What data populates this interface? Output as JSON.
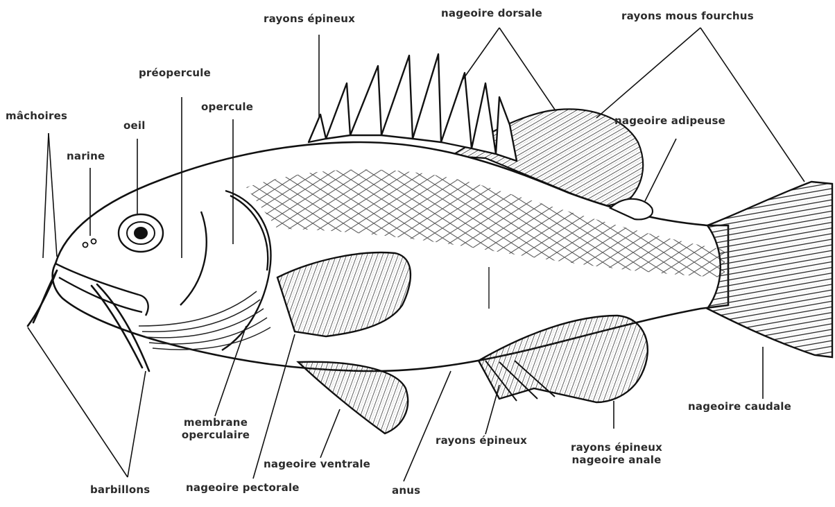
{
  "labels": {
    "rayons_epineux_top": "rayons épineux",
    "nageoire_dorsale": "nageoire dorsale",
    "rayons_mous_fourchus": "rayons mous fourchus",
    "preopercule": "préopercule",
    "opercule": "opercule",
    "machoires": "mâchoires",
    "oeil": "oeil",
    "narine": "narine",
    "nageoire_adipeuse": "nageoire adipeuse",
    "membrane_line1": "membrane",
    "membrane_line2": "operculaire",
    "nageoire_ventrale": "nageoire ventrale",
    "nageoire_pectorale": "nageoire pectorale",
    "barbillons": "barbillons",
    "anus": "anus",
    "rayons_epineux_bottom": "rayons épineux",
    "rayons_epineux_anale_line1": "rayons épineux",
    "rayons_epineux_anale_line2": "nageoire anale",
    "nageoire_caudale": "nageoire caudale"
  },
  "colors": {
    "ink": "#111111",
    "label": "#2b2b2b",
    "background": "#ffffff"
  }
}
